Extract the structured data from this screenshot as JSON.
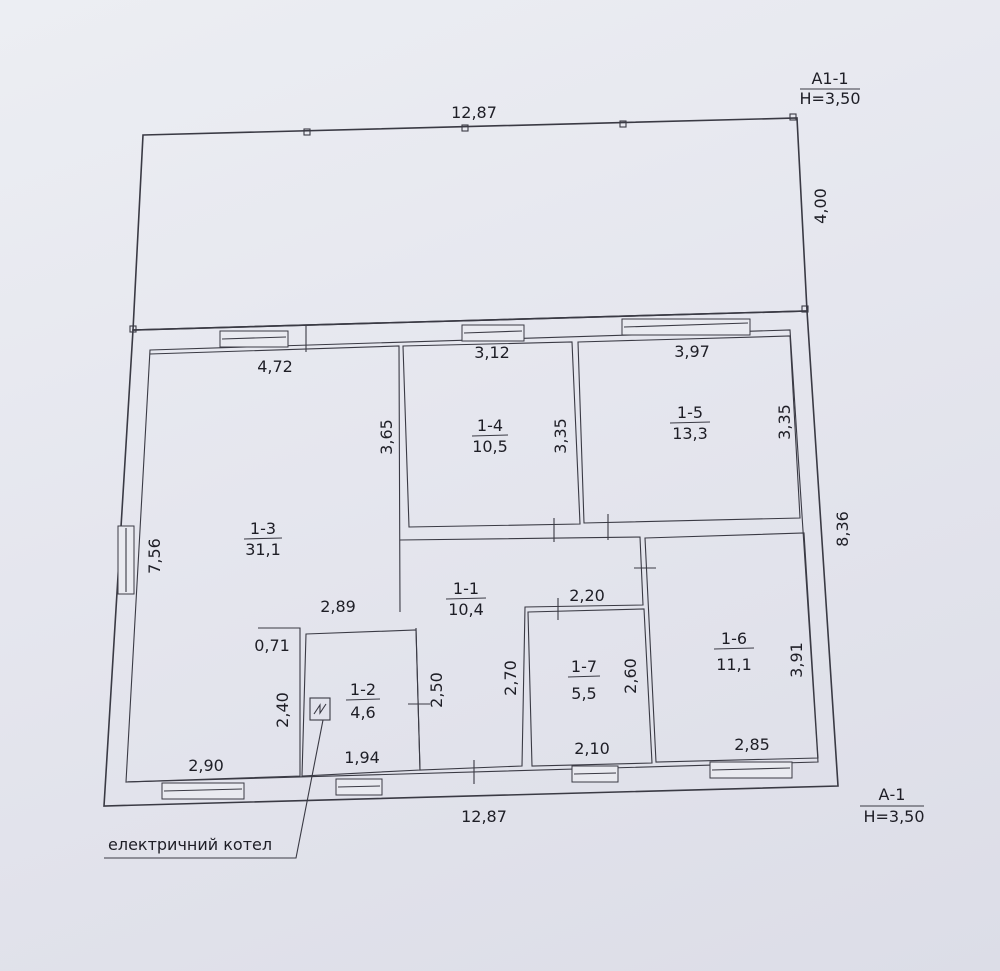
{
  "sections": {
    "top": {
      "name": "А1-1",
      "height": "Н=3,50"
    },
    "bottom": {
      "name": "А-1",
      "height": "Н=3,50"
    }
  },
  "dimensions": {
    "top_width": "12,87",
    "top_depth": "4,00",
    "bottom_width": "12,87",
    "right_height": "8,36",
    "r13_width_top": "4,72",
    "r13_height_left": "7,56",
    "r13_height_right": "3,65",
    "r13_width_bottom": "2,90",
    "r11_width": "2,89",
    "r11_height_left": "2,50",
    "r11_height_right": "2,70",
    "r12_offset": "0,71",
    "r12_height": "2,40",
    "r12_width": "1,94",
    "r14_width": "3,12",
    "r14_height": "3,35",
    "r15_width": "3,97",
    "r15_height": "3,35",
    "r17_width_top": "2,20",
    "r17_height": "2,60",
    "r17_width_bottom": "2,10",
    "r16_height": "3,91",
    "r16_width": "2,85"
  },
  "rooms": [
    {
      "id": "1-1",
      "area": "10,4"
    },
    {
      "id": "1-2",
      "area": "4,6"
    },
    {
      "id": "1-3",
      "area": "31,1"
    },
    {
      "id": "1-4",
      "area": "10,5"
    },
    {
      "id": "1-5",
      "area": "13,3"
    },
    {
      "id": "1-6",
      "area": "11,1"
    },
    {
      "id": "1-7",
      "area": "5,5"
    }
  ],
  "annotation": {
    "boiler": "електричний котел"
  },
  "icons": {
    "boiler": "boiler-icon"
  }
}
